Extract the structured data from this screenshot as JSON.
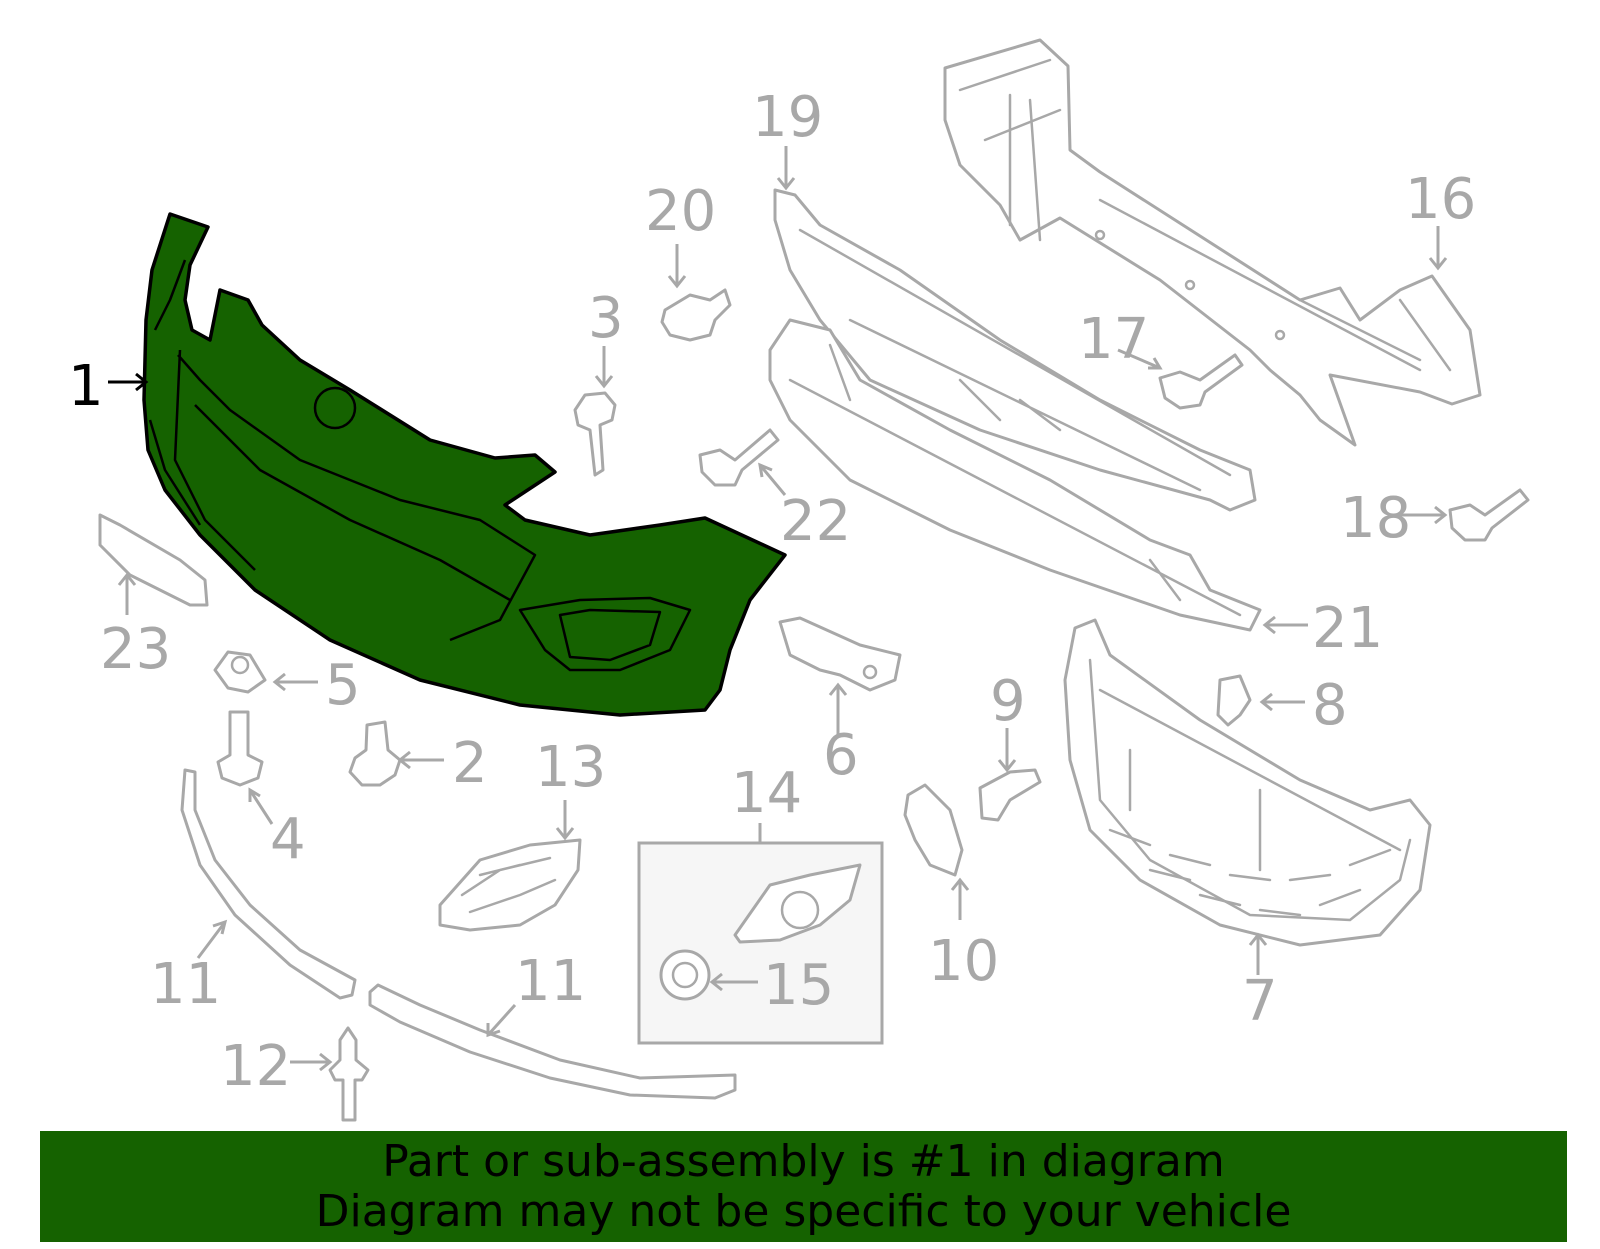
{
  "callouts": {
    "c1": "1",
    "c2": "2",
    "c3": "3",
    "c4": "4",
    "c5": "5",
    "c6": "6",
    "c7": "7",
    "c8": "8",
    "c9": "9",
    "c10": "10",
    "c11a": "11",
    "c11b": "11",
    "c12": "12",
    "c13": "13",
    "c14": "14",
    "c15": "15",
    "c16": "16",
    "c17": "17",
    "c18": "18",
    "c19": "19",
    "c20": "20",
    "c21": "21",
    "c22": "22",
    "c23": "23"
  },
  "banner": {
    "line1": "Part or sub-assembly is #1 in diagram",
    "line2": "Diagram may not be specific to your vehicle"
  },
  "colors": {
    "highlight": "#156200",
    "parts_line": "#a8a8a8",
    "outline": "#000000"
  }
}
